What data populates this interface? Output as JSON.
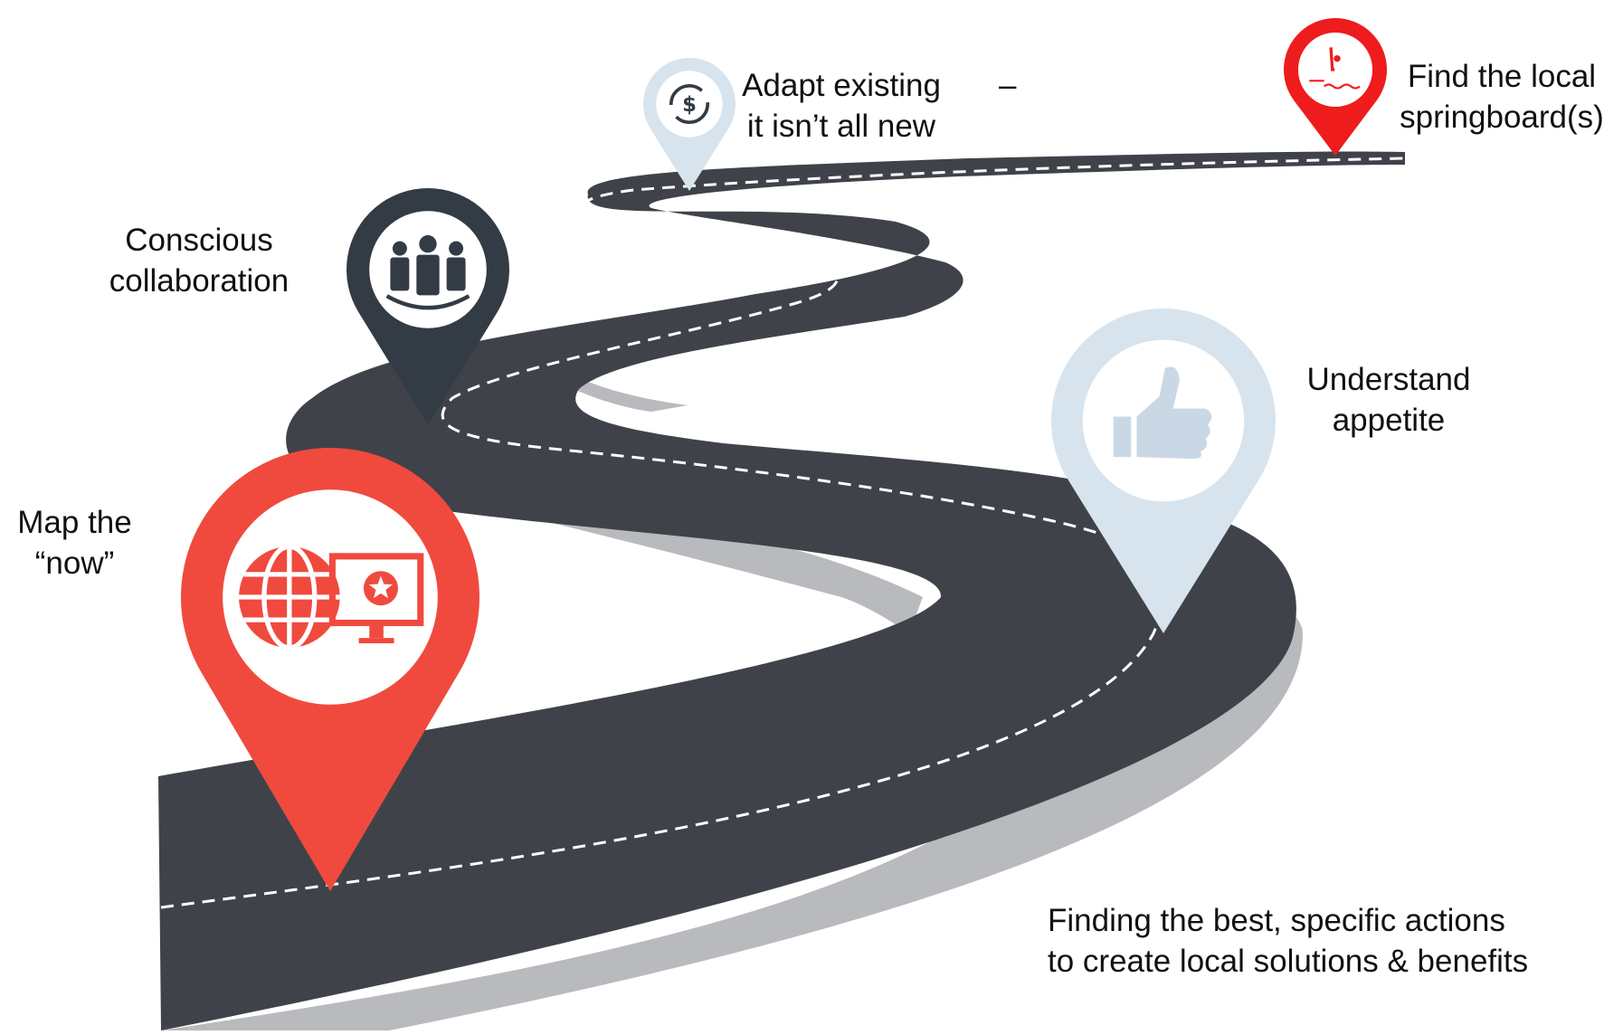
{
  "colors": {
    "road": "#3f4349",
    "road_shadow": "#b8babd",
    "lane": "#ffffff",
    "red": "#f04a3e",
    "red_bright": "#ee1c1c",
    "dark": "#333b44",
    "light": "#d7e4ee",
    "text": "#111111"
  },
  "milestones": [
    {
      "id": "map-now",
      "lines": [
        "Map the",
        "“now”"
      ],
      "icon": "globe-monitor-star-icon",
      "pin_color": "red"
    },
    {
      "id": "conscious-collaboration",
      "lines": [
        "Conscious",
        "collaboration"
      ],
      "icon": "team-people-icon",
      "pin_color": "dark"
    },
    {
      "id": "adapt-existing",
      "lines": [
        "Adapt existing",
        "it isn’t all new"
      ],
      "dash": "–",
      "icon": "dollar-cycle-icon",
      "pin_color": "light"
    },
    {
      "id": "find-springboard",
      "lines": [
        "Find the local",
        "springboard(s)"
      ],
      "icon": "diving-board-icon",
      "pin_color": "red_bright"
    },
    {
      "id": "understand-appetite",
      "lines": [
        "Understand",
        "appetite"
      ],
      "icon": "thumbs-up-icon",
      "pin_color": "light"
    }
  ],
  "footer": {
    "lines": [
      "Finding the best, specific actions",
      "to create local solutions & benefits"
    ]
  }
}
